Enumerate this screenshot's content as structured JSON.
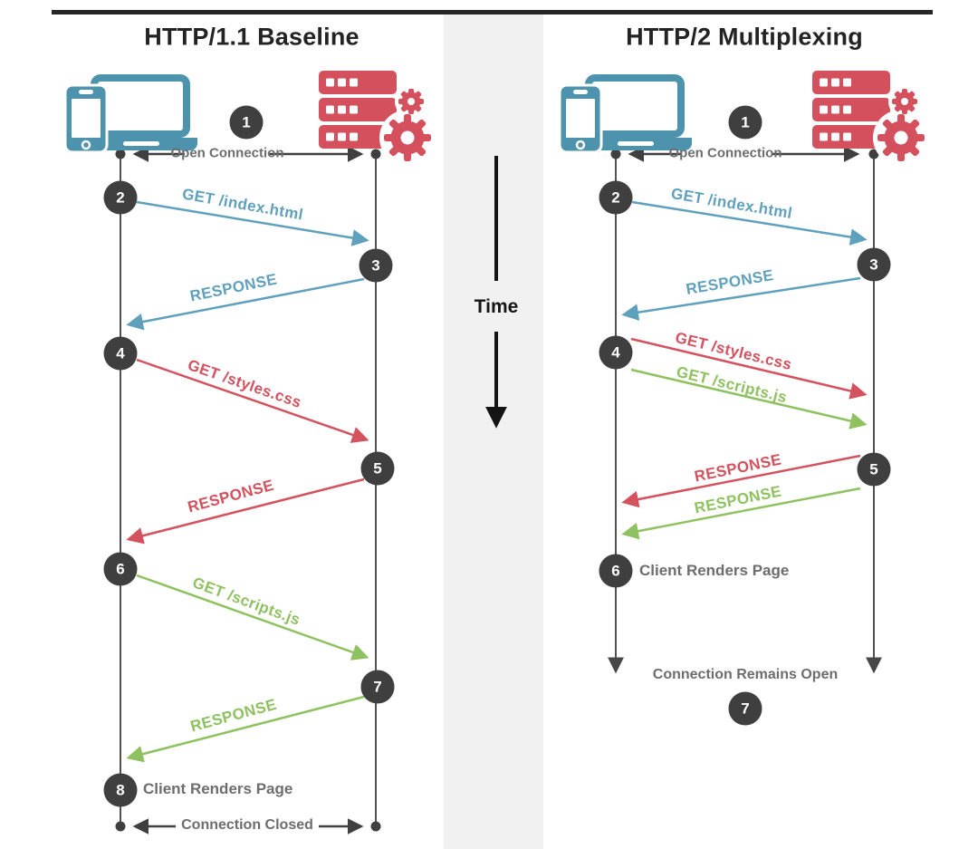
{
  "titles": {
    "left": "HTTP/1.1 Baseline",
    "right": "HTTP/2 Multiplexing"
  },
  "time_label": "Time",
  "colors": {
    "request_response_blue": "#5fa0bc",
    "request_response_red": "#d4515e",
    "request_response_green": "#8ec15f",
    "client_icon_teal": "#4e93ad",
    "server_icon_red": "#d4505c",
    "step_circle": "#3f3f3f",
    "lifeline": "#515151",
    "gray_label": "#6d6d6d",
    "time_strip": "#f1f1f1",
    "top_rule": "#262626"
  },
  "icons": {
    "client": "client-devices-icon",
    "server": "server-gears-icon"
  },
  "left": {
    "open_connection": "Open Connection",
    "steps": [
      "1",
      "2",
      "3",
      "4",
      "5",
      "6",
      "7",
      "8"
    ],
    "messages": [
      {
        "label": "GET /index.html",
        "color": "#5fa0bc"
      },
      {
        "label": "RESPONSE",
        "color": "#5fa0bc"
      },
      {
        "label": "GET /styles.css",
        "color": "#d4515e"
      },
      {
        "label": "RESPONSE",
        "color": "#d4515e"
      },
      {
        "label": "GET /scripts.js",
        "color": "#8ec15f"
      },
      {
        "label": "RESPONSE",
        "color": "#8ec15f"
      }
    ],
    "client_renders": "Client Renders Page",
    "connection_closed": "Connection Closed"
  },
  "right": {
    "open_connection": "Open Connection",
    "steps": [
      "1",
      "2",
      "3",
      "4",
      "5",
      "6",
      "7"
    ],
    "messages": [
      {
        "label": "GET /index.html",
        "color": "#5fa0bc"
      },
      {
        "label": "RESPONSE",
        "color": "#5fa0bc"
      },
      {
        "label": "GET /styles.css",
        "color": "#d4515e"
      },
      {
        "label": "GET /scripts.js",
        "color": "#8ec15f"
      },
      {
        "label": "RESPONSE",
        "color": "#d4515e"
      },
      {
        "label": "RESPONSE",
        "color": "#8ec15f"
      }
    ],
    "client_renders": "Client Renders Page",
    "connection_remains": "Connection Remains Open"
  }
}
